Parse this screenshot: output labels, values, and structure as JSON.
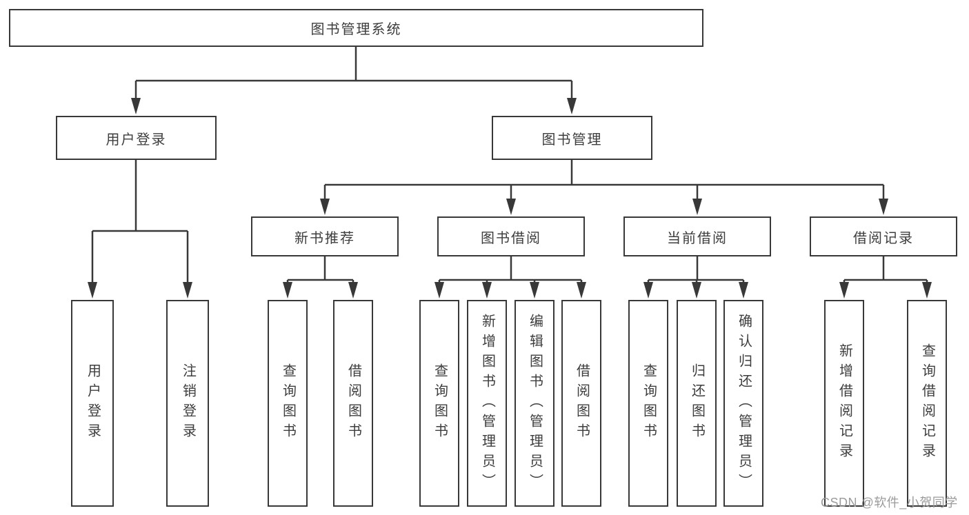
{
  "diagram": {
    "root_label": "图书管理系统",
    "level2": [
      {
        "label": "用户登录"
      },
      {
        "label": "图书管理"
      }
    ],
    "level3": [
      {
        "label": "新书推荐"
      },
      {
        "label": "图书借阅"
      },
      {
        "label": "当前借阅"
      },
      {
        "label": "借阅记录"
      }
    ],
    "leaves": {
      "user_login": [
        {
          "label": "用户登录"
        },
        {
          "label": "注销登录"
        }
      ],
      "new_book_rec": [
        {
          "label": "查询图书"
        },
        {
          "label": "借阅图书"
        }
      ],
      "book_borrow": [
        {
          "label": "查询图书"
        },
        {
          "label": "新增图书（管理员）"
        },
        {
          "label": "编辑图书（管理员）"
        },
        {
          "label": "借阅图书"
        }
      ],
      "current_borrow": [
        {
          "label": "查询图书"
        },
        {
          "label": "归还图书"
        },
        {
          "label": "确认归还（管理员）"
        }
      ],
      "borrow_record": [
        {
          "label": "新增借阅记录"
        },
        {
          "label": "查询借阅记录"
        }
      ]
    },
    "colors": {
      "line": "#383838",
      "text": "#3d3d3d",
      "watermark": "#9b9b9b",
      "background": "#ffffff"
    },
    "watermark_text": "CSDN @软件_小贺同学"
  }
}
